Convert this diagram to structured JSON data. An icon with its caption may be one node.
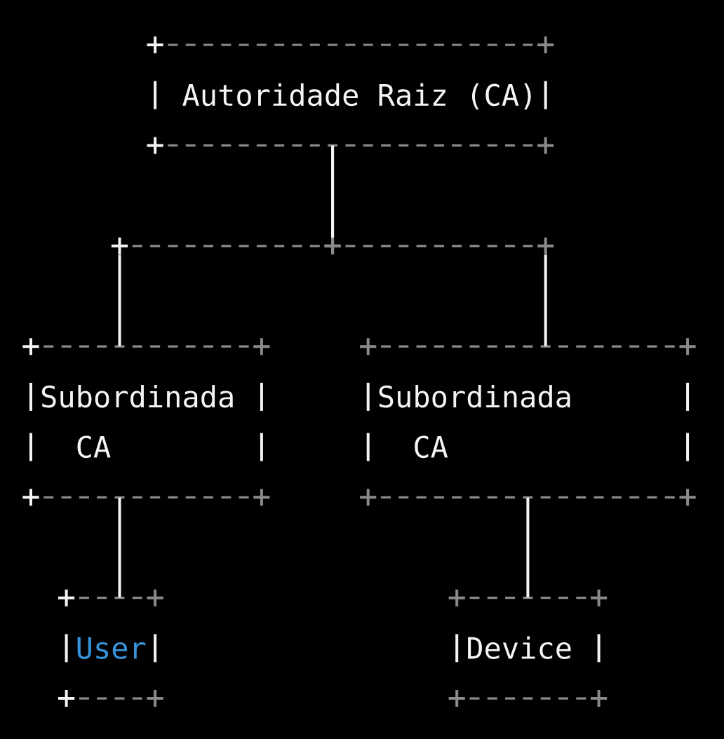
{
  "diagram": {
    "nodes": [
      {
        "text": [
          "Autoridade Raiz (CA)"
        ]
      },
      {
        "text": [
          "Subordinada CA"
        ]
      },
      {
        "text": [
          "Subordinada CA"
        ]
      },
      {
        "text": [
          "User"
        ]
      },
      {
        "text": [
          "Device"
        ]
      }
    ],
    "edges": [
      {
        "from": 0,
        "to": 1,
        "arrow": "none",
        "style": "dashed"
      },
      {
        "from": 0,
        "to": 2,
        "arrow": "none",
        "style": "dashed"
      },
      {
        "from": 1,
        "to": 3,
        "arrow": "none"
      },
      {
        "from": 2,
        "to": 4,
        "arrow": "none"
      }
    ]
  }
}
